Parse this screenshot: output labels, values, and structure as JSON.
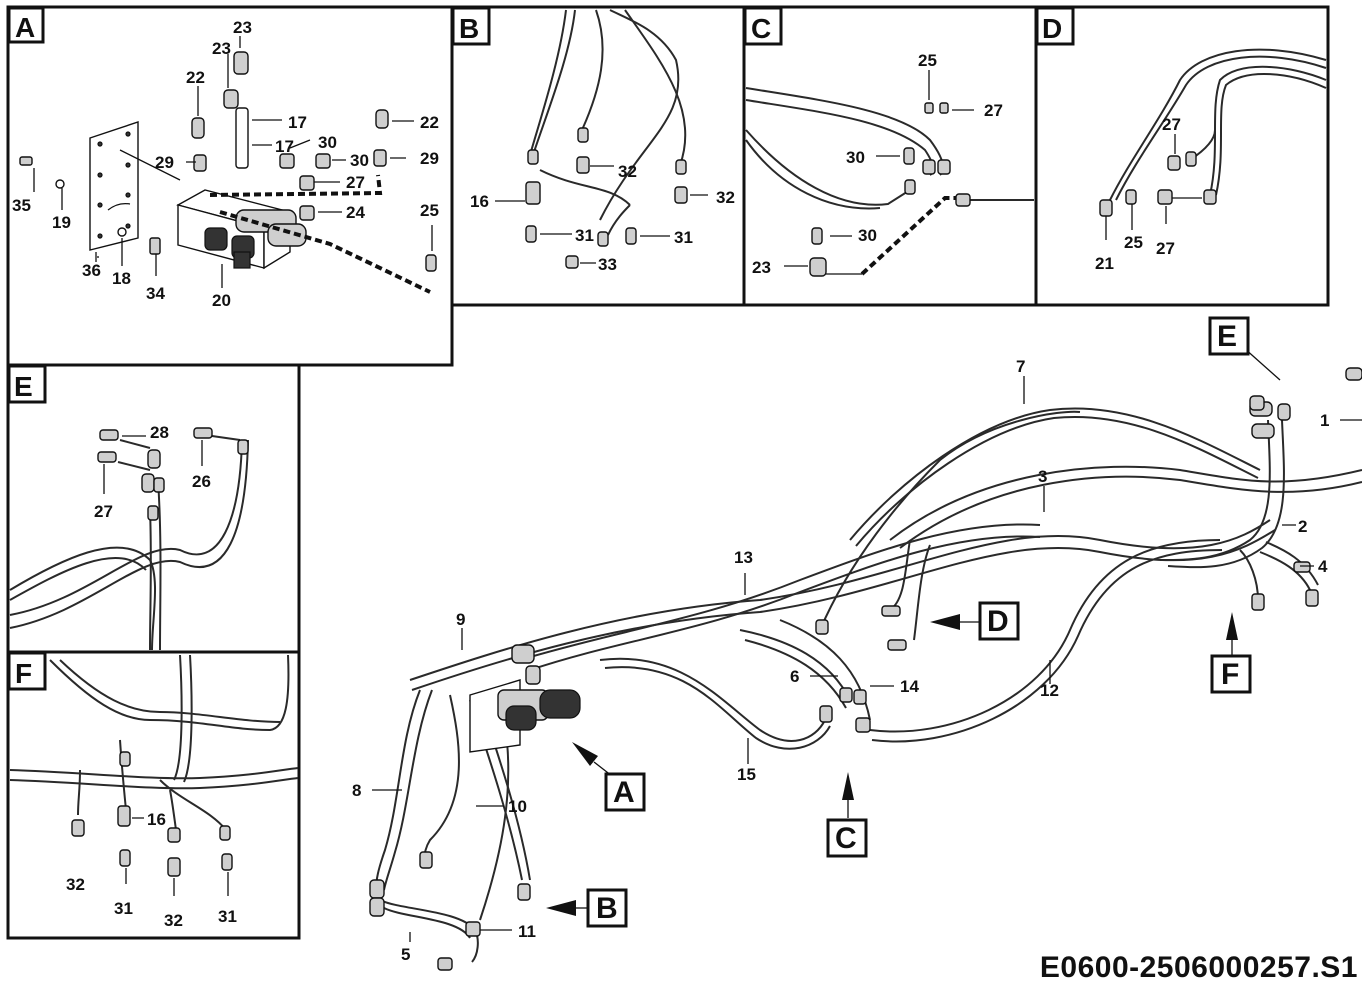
{
  "drawing_code": "E0600-2506000257.S1",
  "panels": {
    "A": {
      "tag": "A",
      "callouts": [
        "23",
        "23",
        "22",
        "17",
        "17",
        "22",
        "29",
        "30",
        "30",
        "29",
        "27",
        "24",
        "25",
        "35",
        "19",
        "36",
        "18",
        "34",
        "20"
      ]
    },
    "B": {
      "tag": "B",
      "callouts": [
        "32",
        "16",
        "32",
        "31",
        "31",
        "33"
      ]
    },
    "C": {
      "tag": "C",
      "callouts": [
        "25",
        "27",
        "30",
        "30",
        "23"
      ]
    },
    "D": {
      "tag": "D",
      "callouts": [
        "27",
        "21",
        "25",
        "27"
      ]
    },
    "E": {
      "tag": "E",
      "callouts": [
        "28",
        "26",
        "27"
      ]
    },
    "F": {
      "tag": "F",
      "callouts": [
        "16",
        "32",
        "31",
        "32",
        "31"
      ]
    }
  },
  "main": {
    "callouts": [
      "7",
      "1",
      "3",
      "2",
      "4",
      "13",
      "9",
      "12",
      "6",
      "14",
      "15",
      "8",
      "10",
      "11",
      "5"
    ],
    "refs": [
      "A",
      "B",
      "C",
      "D",
      "E",
      "F"
    ]
  }
}
